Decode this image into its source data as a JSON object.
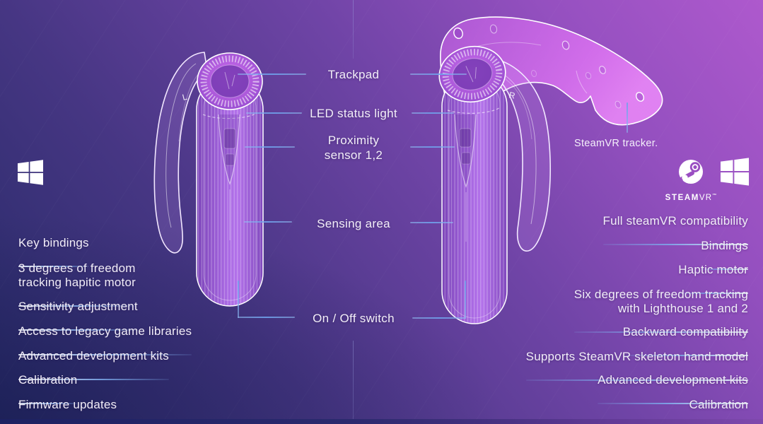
{
  "callouts": {
    "trackpad": "Trackpad",
    "led_status": "LED status light",
    "proximity": "Proximity\nsensor 1,2",
    "sensing_area": "Sensing area",
    "on_off": "On / Off switch",
    "tracker": "SteamVR tracker."
  },
  "left_features": {
    "items": [
      "Key bindings",
      "3 degrees of freedom\ntracking hapitic motor",
      "Sensitivity adjustment",
      "Access to legacy game libraries",
      "Advanced development kits",
      "Calibration",
      "Firmware updates"
    ]
  },
  "right_features": {
    "items": [
      "Full steamVR compatibility",
      "Bindings",
      "Haptic motor",
      "Six degrees of freedom tracking\nwith Lighthouse 1 and 2",
      "Backward compatibility",
      "Supports SteamVR skeleton hand model",
      "Advanced development kits",
      "Calibration"
    ]
  },
  "controllers": {
    "left_mark": "L",
    "right_mark": "R"
  },
  "branding": {
    "steam_text": "STEAM",
    "vr_text": "VR",
    "tm": "™"
  },
  "colors": {
    "background_bottom_left": "#262a67",
    "background_top_right": "#ae59cd",
    "callout_line": "#6ea0eb",
    "text": "#f1edf8",
    "controller_glow": "#c77bf0",
    "bottom_bar": "#1d2161"
  }
}
